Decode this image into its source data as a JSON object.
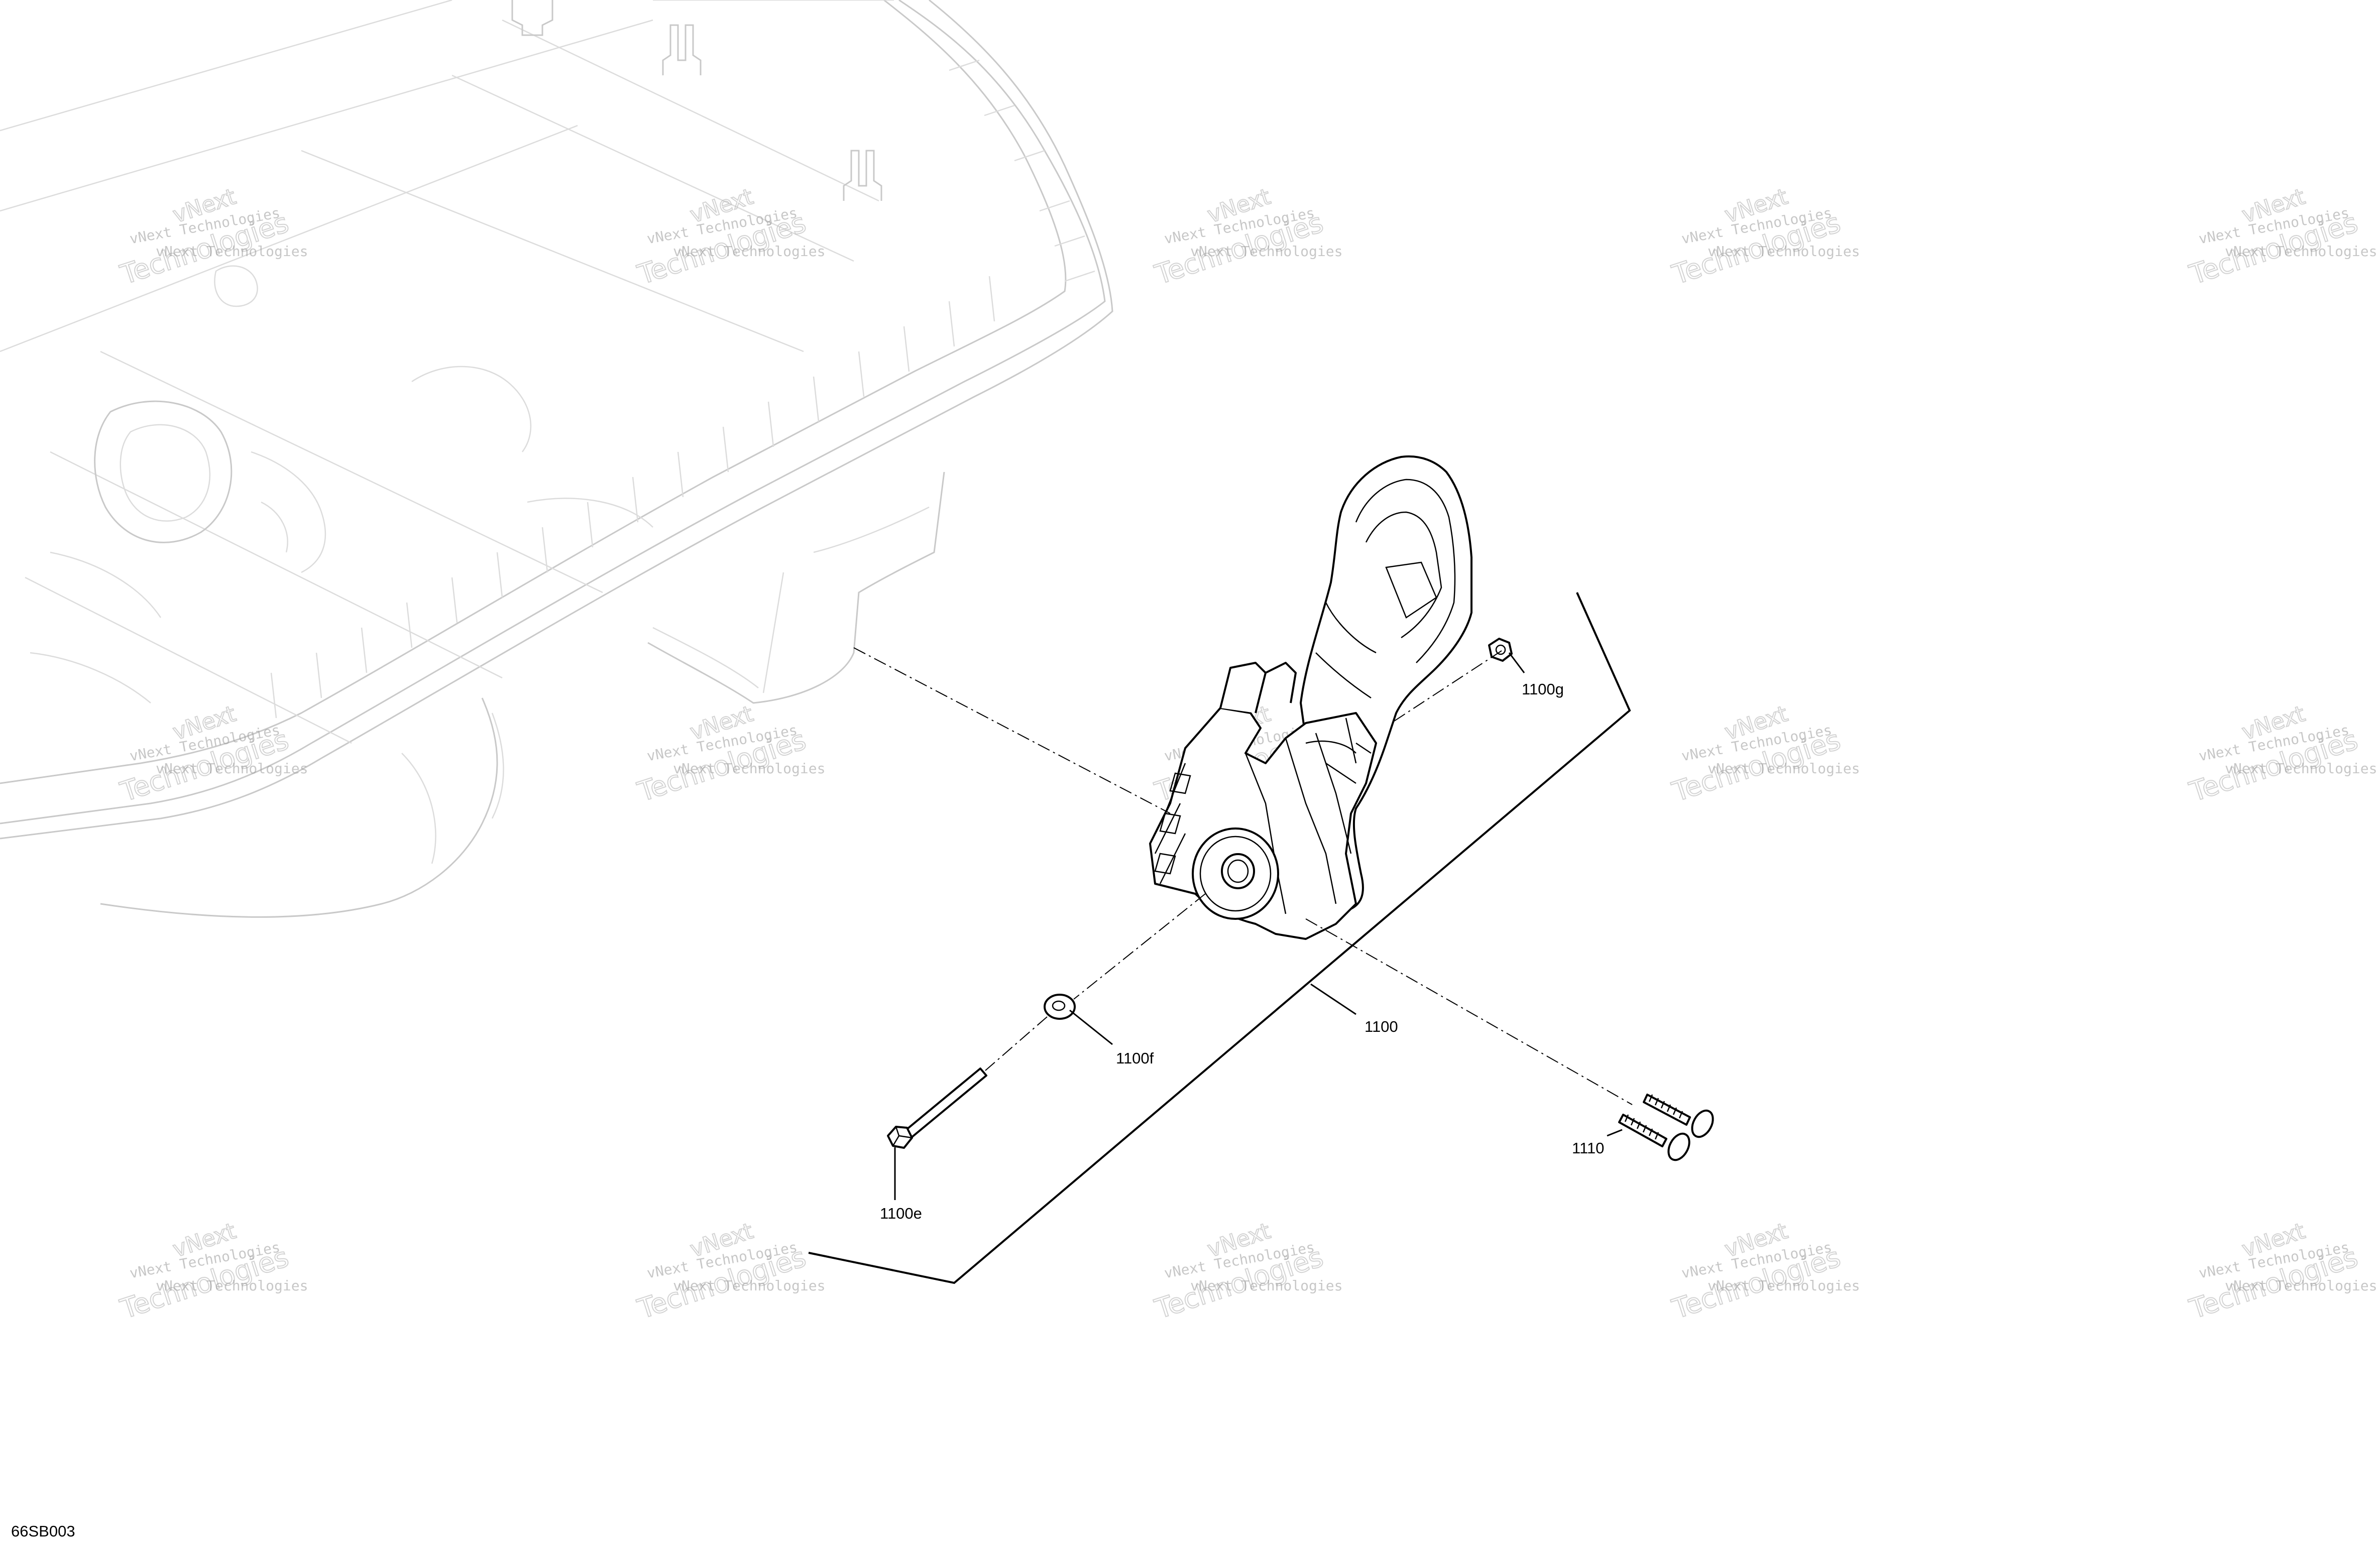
{
  "diagram": {
    "figure_code": "66SB003",
    "watermark": {
      "line1": "vNext Technologies",
      "line2": "vNext",
      "line3": "Technologies"
    },
    "callouts": [
      {
        "id": "1100g",
        "label": "1100g"
      },
      {
        "id": "1100",
        "label": "1100"
      },
      {
        "id": "1100f",
        "label": "1100f"
      },
      {
        "id": "1110",
        "label": "1110"
      },
      {
        "id": "1100e",
        "label": "1100e"
      }
    ],
    "colors": {
      "line": "#000000",
      "ghost": "#c9c9c9",
      "watermark": "#bdbdbd",
      "background": "#ffffff"
    }
  }
}
